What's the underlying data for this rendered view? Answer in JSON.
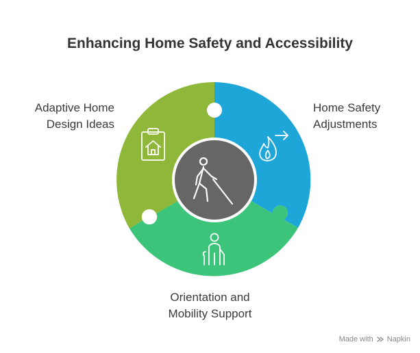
{
  "title": "Enhancing Home Safety and Accessibility",
  "segments": [
    {
      "label_lines": [
        "Adaptive Home",
        "Design Ideas"
      ],
      "color": "#8fb83a",
      "icon": "clipboard-house-icon"
    },
    {
      "label_lines": [
        "Home Safety",
        "Adjustments"
      ],
      "color": "#1fa6d9",
      "icon": "fire-arrow-icon"
    },
    {
      "label_lines": [
        "Orientation and",
        "Mobility Support"
      ],
      "color": "#3cc47a",
      "icon": "person-cane-icon"
    }
  ],
  "center": {
    "color": "#666666",
    "icon": "walking-cane-person-icon"
  },
  "footer": {
    "made_with": "Made with",
    "brand": "Napkin"
  }
}
